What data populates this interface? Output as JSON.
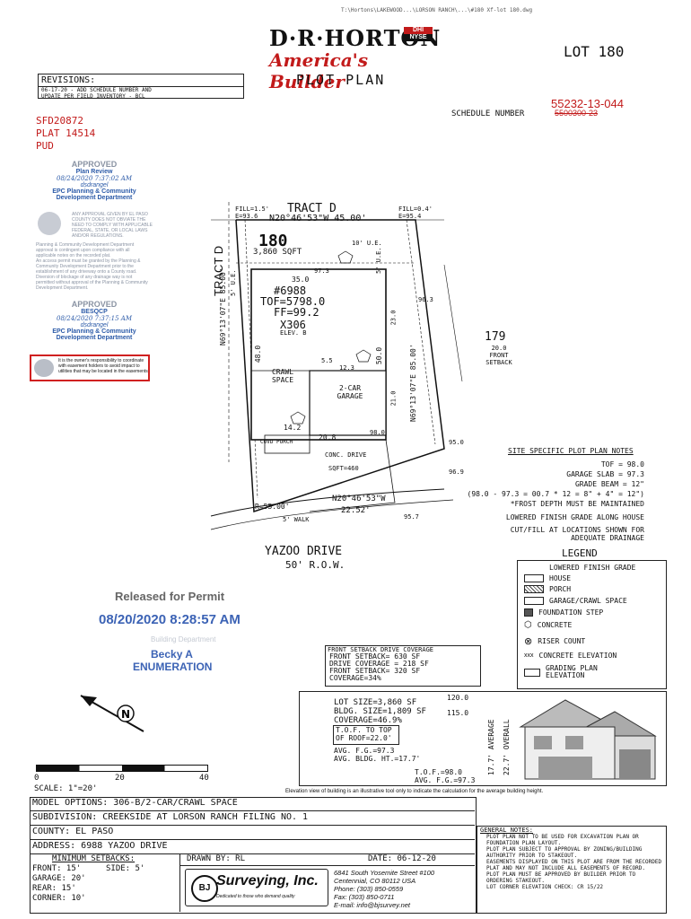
{
  "header_path": "T:\\Hortons\\LAKEWOOD...\\LORSON RANCH\\...\\#180 Xf-lot 180.dwg",
  "brand": {
    "name": "D·R·HORTON",
    "tagline": "America's Builder",
    "exchange_top": "DHI",
    "exchange_bottom": "NYSE"
  },
  "lot_title": "LOT 180",
  "plan_title": "PLOT PLAN",
  "schedule": {
    "label": "SCHEDULE NUMBER",
    "number_new": "55232-13-044",
    "number_old": "5500300-23"
  },
  "revisions": {
    "title": "REVISIONS:",
    "lines": [
      "06-17-20 - ADD SCHEDULE NUMBER AND",
      "UPDATE PER FIELD INVENTORY  - BCL"
    ]
  },
  "stamp_codes": [
    "SFD20872",
    "PLAT 14514",
    "PUD"
  ],
  "approved_1": {
    "title": "APPROVED",
    "subtitle": "Plan Review",
    "date": "08/24/2020 7:37:02 AM",
    "user": "dsdrangel",
    "dept": "EPC Planning & Community Development Department",
    "any_approval": "ANY APPROVAL GIVEN BY EL PASO COUNTY DOES NOT OBVIATE THE NEED TO COMPLY WITH APPLICABLE FEDERAL, STATE, OR LOCAL LAWS AND/OR REGULATIONS.",
    "note1": "Planning & Community Development Department approval is contingent upon compliance with all applicable notes on the recorded plat.",
    "note2": "An access permit must be granted by the Planning & Community Development Department prior to the establishment of any driveway onto a County road.",
    "note3": "Diversion of blockage of any drainage way is not permitted without approval of the Planning & Community Development Department."
  },
  "approved_2": {
    "title": "APPROVED",
    "subtitle": "BESQCP",
    "date": "08/24/2020 7:37:15 AM",
    "user": "dsdrangel",
    "dept": "EPC Planning & Community Development Department",
    "easement_note": "It is the owner's responsibility to coordinate with easement holders to avoid impact to utilities that may be located in the easements"
  },
  "release": {
    "title": "Released for Permit",
    "datetime": "08/20/2020 8:28:57 AM",
    "dept_watermark": "Building Department",
    "reviewer": "Becky A",
    "role": "ENUMERATION"
  },
  "plan": {
    "tract_top": "TRACT D",
    "tract_left": "TRACT D",
    "top_bearing": "N20°46'53\"W 45.00'",
    "bottom_bearing": "N20°46'53\"W",
    "left_bearing": "N69°13'07\"E 85.00'",
    "right_bearing": "N69°13'07\"E 85.00'",
    "lot_number": "180",
    "lot_sqft": "3,860 SQFT",
    "house_number": "#6988",
    "tof": "TOF=5798.0",
    "ff": "FF=99.2",
    "model": "X306",
    "elev": "ELEV. B",
    "crawl": "CRAWL SPACE",
    "garage": "2-CAR GARAGE",
    "porch": "COVD PORCH",
    "drive": "CONC. DRIVE",
    "drive_sqft": "SQFT=460",
    "walk": "5' WALK",
    "dim_350": "35.0",
    "dim_480": "48.0",
    "dim_208": "20.8",
    "dim_500": "50.0",
    "dim_230": "23.0",
    "dim_210": "21.0",
    "dim_142": "14.2",
    "dim_123": "12.3",
    "dim_55": "5.5",
    "ue_top": "10' U.E.",
    "ue_left": "5' U.E.",
    "ue_right": "5' U.E.",
    "fill_left": "FILL=1.5'",
    "e_left": "E=93.6",
    "fill_right": "FILL=0.4'",
    "e_right": "E=95.4",
    "curve": "R=55.00'",
    "arc": "22.52'",
    "neighbor_lot": "179",
    "front_setback_label": "20.0 FRONT SETBACK",
    "grade_a": "97.3",
    "grade_b": "96.3",
    "grade_c": "95.7",
    "grade_d": "98.0",
    "grade_e": "96.9",
    "grade_f": "95.0"
  },
  "street": {
    "name": "YAZOO DRIVE",
    "row": "50' R.O.W."
  },
  "site_notes": {
    "title": "SITE SPECIFIC PLOT PLAN NOTES",
    "tof": "TOF = 98.0",
    "garage_slab": "GARAGE SLAB = 97.3",
    "grade_beam": "GRADE BEAM = 12\"",
    "grade_beam_calc": "(98.0 - 97.3 = 00.7 * 12 = 8\" + 4\" = 12\")",
    "frost": "*FROST DEPTH MUST BE MAINTAINED",
    "lowered": "LOWERED FINISH GRADE ALONG HOUSE",
    "cutfill": "CUT/FILL AT LOCATIONS SHOWN FOR ADEQUATE DRAINAGE"
  },
  "legend": {
    "title": "LEGEND",
    "items": [
      "LOWERED FINISH GRADE",
      "HOUSE",
      "PORCH",
      "GARAGE/CRAWL SPACE",
      "FOUNDATION STEP",
      "CONCRETE",
      "RISER COUNT",
      "CONCRETE ELEVATION",
      "GRADING PLAN ELEVATION"
    ]
  },
  "coverage": {
    "title": "FRONT SETBACK DRIVE COVERAGE",
    "setback": "FRONT SETBACK= 630 SF",
    "drive": "DRIVE COVERAGE = 218 SF",
    "front_setback2": "FRONT SETBACK= 320 SF",
    "percent": "COVERAGE=34%"
  },
  "lot_summary": {
    "lot_size": "LOT SIZE=3,860 SF",
    "bldg_size": "BLDG. SIZE=1,809 SF",
    "coverage": "COVERAGE=46.9%",
    "tof_top": "T.O.F. TO TOP",
    "of_roof": "OF ROOF=22.0'",
    "avg_fg": "AVG. F.G.=97.3",
    "avg_bldg": "AVG. BLDG. HT.=17.7'",
    "elev_120": "120.0",
    "elev_115": "115.0",
    "elev_tof": "T.O.F.=98.0",
    "elev_avg": "AVG. F.G.=97.3",
    "avg_label": "17.7' AVERAGE",
    "overall": "22.7' OVERALL"
  },
  "elevation_note": "Elevation view of building is an illustrative tool only to indicate the calculation for the average building height.",
  "scale": {
    "t0": "0",
    "t20": "20",
    "t40": "40",
    "label": "SCALE:  1\"=20'"
  },
  "info": {
    "model_options": "MODEL OPTIONS: 306-B/2-CAR/CRAWL SPACE",
    "subdivision": "SUBDIVISION: CREEKSIDE AT LORSON RANCH FILING NO. 1",
    "county": "COUNTY: EL PASO",
    "address": "ADDRESS: 6988 YAZOO DRIVE",
    "min_setbacks": "MINIMUM SETBACKS:",
    "front": "FRONT: 15'",
    "side": "SIDE: 5'",
    "garage": "GARAGE: 20'",
    "rear": "REAR: 15'",
    "corner": "CORNER: 10'",
    "drawn_by": "DRAWN BY: RL",
    "date": "DATE: 06-12-20"
  },
  "surveyor": {
    "name": "Surveying, Inc.",
    "tagline": "Dedicated to those who demand quality",
    "address1": "6841 South Yosemite Street #100",
    "address2": "Centennial, CO 80112  USA",
    "phone": "Phone: (303) 850-0559",
    "fax": "Fax:   (303) 850-0711",
    "email": "E-mail: info@bjsurvey.net"
  },
  "general_notes": {
    "title": "GENERAL NOTES:",
    "items": [
      "PLOT PLAN NOT TO BE USED FOR EXCAVATION PLAN OR FOUNDATION PLAN LAYOUT.",
      "PLOT PLAN SUBJECT TO APPROVAL BY ZONING/BUILDING AUTHORITY PRIOR TO STAKEOUT.",
      "EASEMENTS DISPLAYED ON THIS PLOT ARE FROM THE RECORDED PLAT AND MAY NOT INCLUDE ALL EASEMENTS OF RECORD.",
      "PLOT PLAN MUST BE APPROVED BY BUILDER PRIOR TO ORDERING STAKEOUT.",
      "LOT CORNER ELEVATION CHECK: CR 15/22"
    ]
  }
}
